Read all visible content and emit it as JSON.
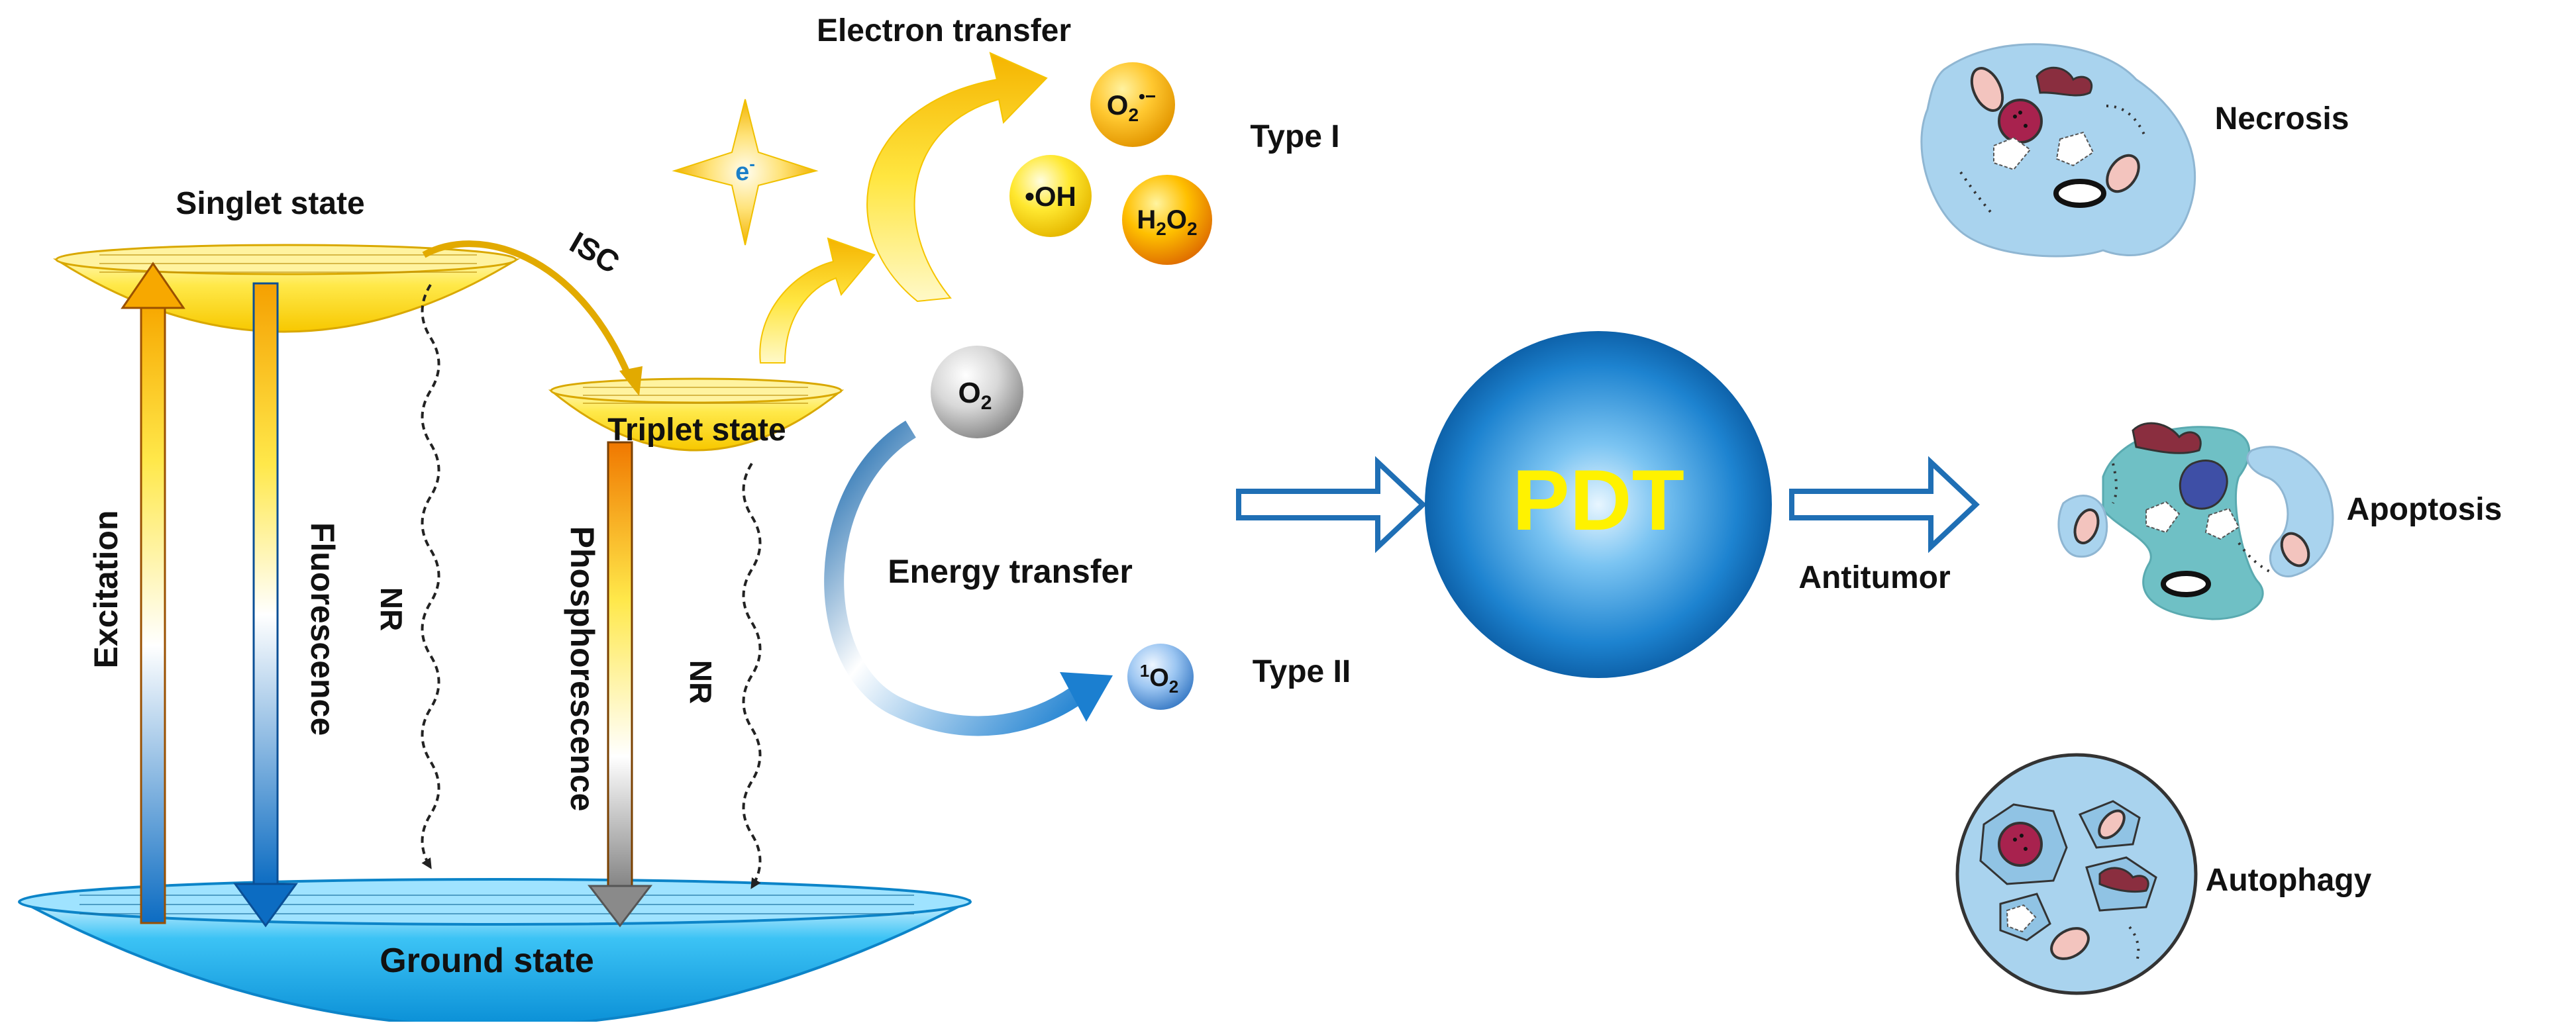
{
  "jablonski": {
    "singlet_label": "Singlet state",
    "triplet_label": "Triplet state",
    "ground_label": "Ground state",
    "isc_label": "ISC",
    "excitation_label": "Excitation",
    "fluorescence_label": "Fluorescence",
    "nr_label_1": "NR",
    "phosphorescence_label": "Phosphorescence",
    "nr_label_2": "NR"
  },
  "type1": {
    "electron_transfer_label": "Electron transfer",
    "electron_symbol": "e",
    "electron_charge": "-",
    "type_label": "Type I",
    "superoxide": {
      "base": "O",
      "sub": "2",
      "sup": "•−"
    },
    "hydroxyl": "•OH",
    "peroxide": {
      "h": "H",
      "h_sub": "2",
      "o": "O",
      "o_sub": "2"
    }
  },
  "type2": {
    "oxygen": {
      "base": "O",
      "sub": "2"
    },
    "energy_transfer_label": "Energy transfer",
    "singlet_oxygen": {
      "sup": "1",
      "base": "O",
      "sub": "2"
    },
    "type_label": "Type II"
  },
  "pdt": {
    "label": "PDT",
    "antitumor_label": "Antitumor"
  },
  "cell_death": {
    "necrosis": "Necrosis",
    "apoptosis": "Apoptosis",
    "autophagy": "Autophagy"
  },
  "colors": {
    "singlet_yellow": "#FFE000",
    "ground_blue": "#19AEEA",
    "pdt_blue": "#1478C8",
    "pdt_text": "#FFF200",
    "arrow_outline": "#1F6FB5",
    "cell_fill": "#A9D3EE"
  }
}
